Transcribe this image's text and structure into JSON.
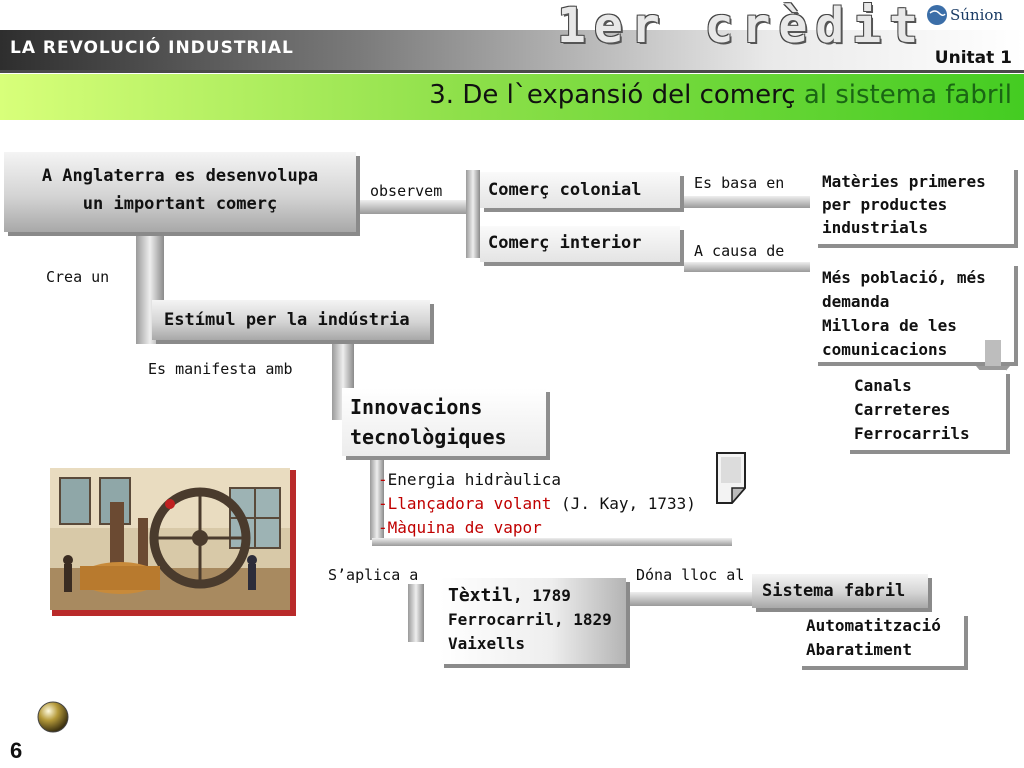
{
  "header": {
    "section": "LA REVOLUCIÓ  INDUSTRIAL",
    "credit": "1er crèdit",
    "unit": "Unitat 1",
    "brand": "Súnion",
    "title_part1": "3. De l`expansió del comerç",
    "title_part2": "al sistema fabril"
  },
  "nodes": {
    "main": [
      "A Anglaterra es desenvolupa",
      "un important comerç"
    ],
    "colonial": "Comerç colonial",
    "interior": "Comerç interior",
    "materies": [
      "Matèries primeres",
      "per productes",
      "industrials"
    ],
    "poblacio": [
      "Més població, més",
      "demanda",
      "Millora de les",
      "comunicacions"
    ],
    "canals": [
      "Canals",
      "Carreteres",
      "Ferrocarrils"
    ],
    "estimul": "Estímul per la indústria",
    "innovacions": [
      "Innovacions",
      "tecnològiques"
    ],
    "energia": [
      "Energia hidràulica"
    ],
    "llancadora": [
      "Llançadora volant",
      "(J. Kay, 1733)"
    ],
    "maquina": "Màquina de vapor",
    "textil": "Tèxtil",
    "textil_year": "1789",
    "ferrocarril": "Ferrocarril, 1829",
    "vaixells": "Vaixells",
    "sistema": "Sistema fabril",
    "automat": "Automatització",
    "abarat": "Abaratiment"
  },
  "connectors": {
    "observem": "observem",
    "es_basa_en": "Es basa en",
    "a_causa_de": "A causa de",
    "crea_un": "Crea un",
    "es_manifesta": "Es manifesta amb",
    "saplica": "S’aplica a",
    "dona_lloc": "Dóna lloc al"
  },
  "footer": {
    "page_number": "6"
  },
  "colors": {
    "accent_green": "#44cc22",
    "highlight_red": "#c00000",
    "title_green": "#1a6614"
  },
  "icons": [
    "document-icon",
    "arrow-down-icon",
    "orb-button-icon",
    "factory-illustration"
  ]
}
